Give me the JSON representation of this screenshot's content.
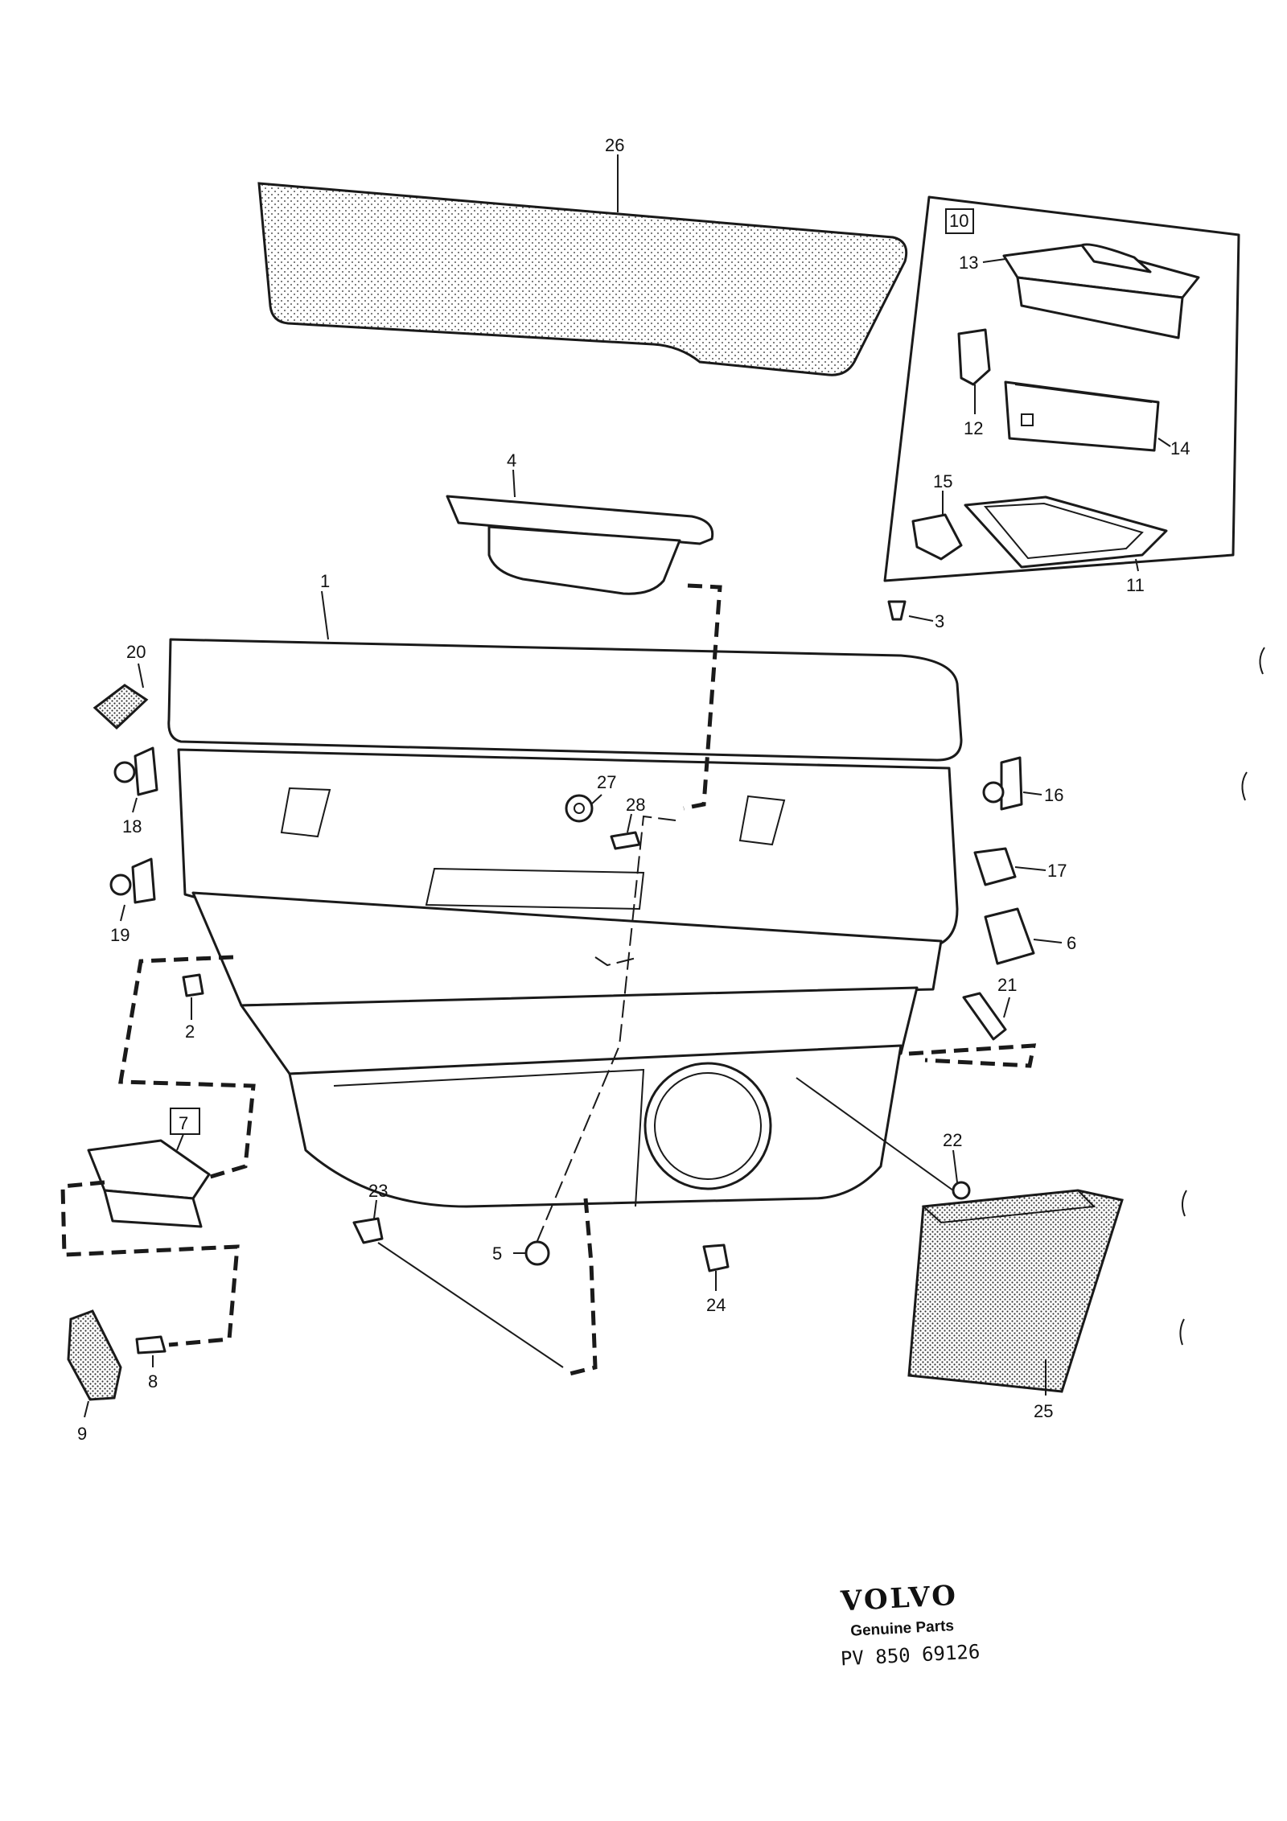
{
  "callouts": {
    "c1": "1",
    "c2": "2",
    "c3": "3",
    "c4": "4",
    "c5": "5",
    "c6": "6",
    "c7": "7",
    "c8": "8",
    "c9": "9",
    "c10": "10",
    "c11": "11",
    "c12": "12",
    "c13": "13",
    "c14": "14",
    "c15": "15",
    "c16": "16",
    "c17": "17",
    "c18": "18",
    "c19": "19",
    "c20": "20",
    "c21": "21",
    "c22": "22",
    "c23": "23",
    "c24": "24",
    "c25": "25",
    "c26": "26",
    "c27": "27",
    "c28": "28"
  },
  "branding": {
    "logo": "VOLVO",
    "tagline": "Genuine Parts",
    "reference": "PV 850 69126"
  }
}
